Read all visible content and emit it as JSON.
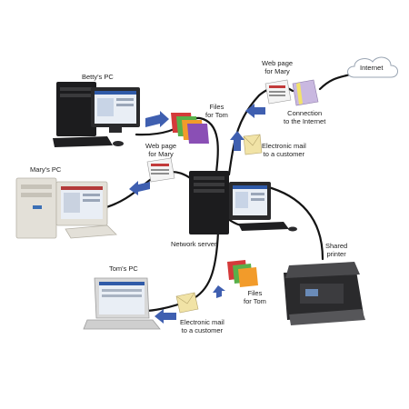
{
  "labels": {
    "betty_pc": "Betty's PC",
    "mary_pc": "Mary's PC",
    "tom_pc": "Tom's PC",
    "network_server": "Network server",
    "shared_printer_1": "Shared",
    "shared_printer_2": "printer",
    "internet": "Internet",
    "web_page_mary_top_1": "Web page",
    "web_page_mary_top_2": "for Mary",
    "connection_1": "Connection",
    "connection_2": "to the Internet",
    "files_tom_top_1": "Files",
    "files_tom_top_2": "for Tom",
    "web_page_mary_left_1": "Web page",
    "web_page_mary_left_2": "for Mary",
    "email_top_1": "Electronic mail",
    "email_top_2": "to a customer",
    "files_tom_bottom_1": "Files",
    "files_tom_bottom_2": "for Tom",
    "email_bottom_1": "Electronic mail",
    "email_bottom_2": "to a customer"
  },
  "colors": {
    "cable": "#141414",
    "arrow": "#3f5fb0",
    "tower": "#1c1c1e",
    "monitor_frame": "#2a2a2c",
    "screen": "#e9eef5",
    "beige": "#e3e0d8",
    "internet_cloud": "#ffffff",
    "folder_red": "#d43a3a",
    "folder_green": "#59b04a",
    "folder_orange": "#f29b2a",
    "folder_purple": "#8a4fb5",
    "envelope": "#f1e3a6",
    "modem": "#c9b8e0"
  }
}
